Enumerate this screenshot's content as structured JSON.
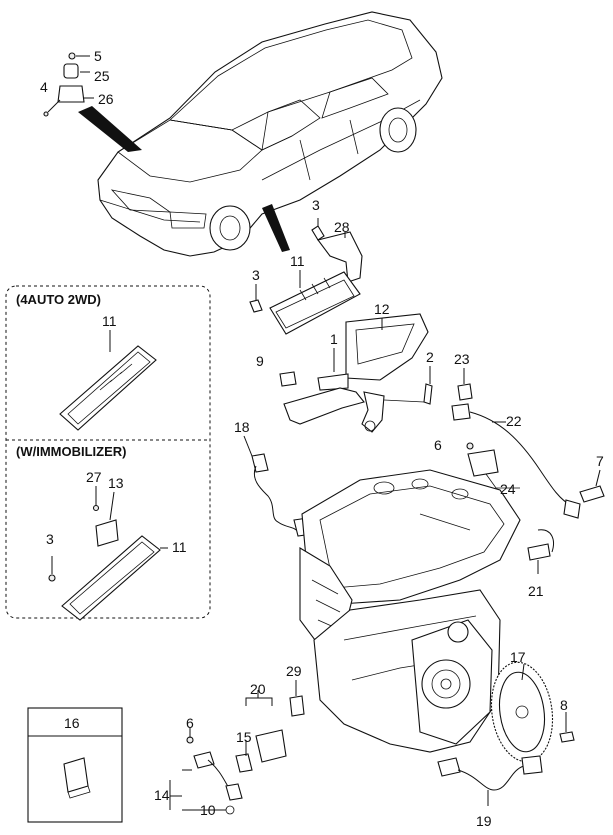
{
  "diagram": {
    "callouts": [
      {
        "id": "c5a",
        "text": "5"
      },
      {
        "id": "c25",
        "text": "25"
      },
      {
        "id": "c4",
        "text": "4"
      },
      {
        "id": "c26",
        "text": "26"
      },
      {
        "id": "c3a",
        "text": "3"
      },
      {
        "id": "c28",
        "text": "28"
      },
      {
        "id": "c3b",
        "text": "3"
      },
      {
        "id": "c11a",
        "text": "11"
      },
      {
        "id": "c12",
        "text": "12"
      },
      {
        "id": "c1",
        "text": "1"
      },
      {
        "id": "c9",
        "text": "9"
      },
      {
        "id": "c2",
        "text": "2"
      },
      {
        "id": "c23",
        "text": "23"
      },
      {
        "id": "c22",
        "text": "22"
      },
      {
        "id": "c18",
        "text": "18"
      },
      {
        "id": "c6a",
        "text": "6"
      },
      {
        "id": "c7",
        "text": "7"
      },
      {
        "id": "c24",
        "text": "24"
      },
      {
        "id": "c21",
        "text": "21"
      },
      {
        "id": "c17",
        "text": "17"
      },
      {
        "id": "c29",
        "text": "29"
      },
      {
        "id": "c20",
        "text": "20"
      },
      {
        "id": "c8",
        "text": "8"
      },
      {
        "id": "c6b",
        "text": "6"
      },
      {
        "id": "c15",
        "text": "15"
      },
      {
        "id": "c14",
        "text": "14"
      },
      {
        "id": "c10",
        "text": "10"
      },
      {
        "id": "c19",
        "text": "19"
      },
      {
        "id": "c16",
        "text": "16"
      },
      {
        "id": "c11b",
        "text": "11"
      },
      {
        "id": "c27",
        "text": "27"
      },
      {
        "id": "c13",
        "text": "13"
      },
      {
        "id": "c3c",
        "text": "3"
      },
      {
        "id": "c11c",
        "text": "11"
      }
    ],
    "variant_boxes": [
      {
        "id": "auto2wd",
        "title": "(4AUTO 2WD)"
      },
      {
        "id": "immobilizer",
        "title": "(W/IMMOBILIZER)"
      }
    ]
  }
}
